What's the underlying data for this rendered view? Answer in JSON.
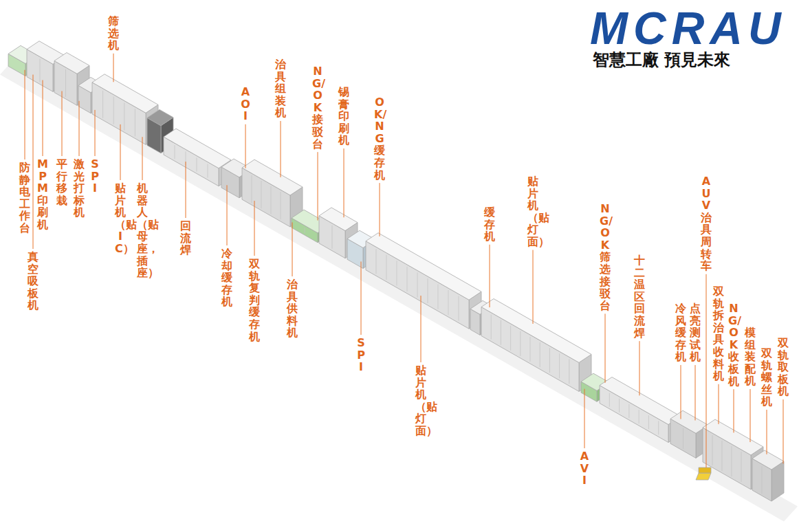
{
  "diagram": {
    "labels": [
      "MCRAU",
      "智慧工廠 預見未來",
      "筛选机",
      "防静电工作台",
      "真空吸板机",
      "MPM印刷机",
      "平行移栽",
      "激光打标机",
      "SPI",
      "贴片机（贴IC）",
      "机器人（贴母座，插座）",
      "回流焊",
      "AOI",
      "冷却缓存机",
      "双轨复判缓存机",
      "治具组装机",
      "治具供料机",
      "NG/OK接驳台",
      "锡膏印刷机",
      "OK/NG缓存机",
      "SPI",
      "贴片机（贴灯面）",
      "缓存机",
      "贴片机（贴灯面）",
      "NG/OK筛选接驳台",
      "十二温区回流焊",
      "AVI",
      "AUV治具周转车",
      "冷风缓存机",
      "点亮测试机",
      "双轨拆治具收料机",
      "NG/OK收板机",
      "模组装配机",
      "双轨螺丝机",
      "双轨取板机"
    ]
  }
}
